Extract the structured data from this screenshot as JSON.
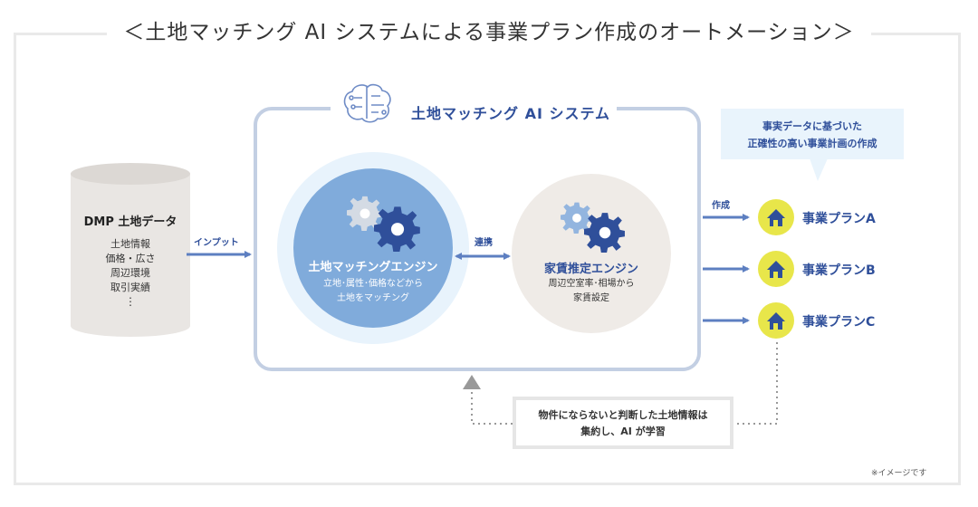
{
  "title": "＜土地マッチング AI システムによる事業プラン作成のオートメーション＞",
  "ai_system": {
    "title": "土地マッチング AI システム"
  },
  "database": {
    "title": "DMP 土地データ",
    "items": [
      "土地情報",
      "価格・広さ",
      "周辺環境",
      "取引実績"
    ],
    "ellipsis": "⋮"
  },
  "labels": {
    "input": "インプット",
    "link": "連携",
    "create": "作成"
  },
  "engine_matching": {
    "title": "土地マッチングエンジン",
    "desc_lines": [
      "立地･属性･価格などから",
      "土地をマッチング"
    ]
  },
  "engine_rent": {
    "title": "家賃推定エンジン",
    "desc_lines": [
      "周辺空室率･相場から",
      "家賃設定"
    ]
  },
  "callout": {
    "lines": [
      "事実データに基づいた",
      "正確性の高い事業計画の作成"
    ]
  },
  "plans": [
    "事業プランA",
    "事業プランB",
    "事業プランC"
  ],
  "feedback": {
    "lines": [
      "物件にならないと判断した土地情報は",
      "集約し、AI が学習"
    ]
  },
  "note": "※イメージです",
  "colors": {
    "navy": "#2f4f9a",
    "engine_blue": "#80abdb",
    "gray_circle": "#efebe7",
    "yellow": "#e8e64a",
    "frame_blue": "#c3cfe3",
    "arrow_blue": "#5d7fc1"
  },
  "icons": {
    "brain": "brain-circuit-icon",
    "gear": "gear-icon",
    "home": "home-icon",
    "database": "database-cylinder-icon"
  }
}
